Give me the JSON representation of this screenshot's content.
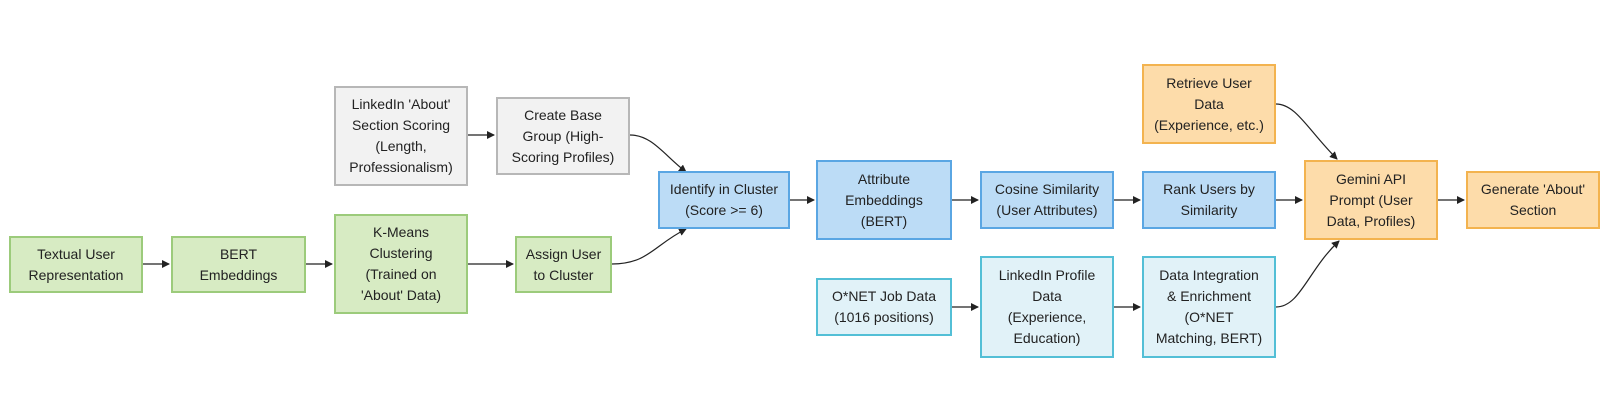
{
  "nodes": {
    "about_scoring": [
      "LinkedIn 'About'",
      "Section Scoring",
      "(Length,",
      "Professionalism)"
    ],
    "create_base_group": [
      "Create Base",
      "Group (High-",
      "Scoring Profiles)"
    ],
    "textual_user_representation": [
      "Textual User",
      "Representation"
    ],
    "bert_embeddings": [
      "BERT",
      "Embeddings"
    ],
    "kmeans_clustering": [
      "K-Means",
      "Clustering",
      "(Trained on",
      "'About' Data)"
    ],
    "assign_user_cluster": [
      "Assign User",
      "to Cluster"
    ],
    "identify_in_cluster": [
      "Identify in Cluster",
      "(Score >= 6)"
    ],
    "attribute_embeddings": [
      "Attribute",
      "Embeddings",
      "(BERT)"
    ],
    "cosine_similarity": [
      "Cosine Similarity",
      "(User Attributes)"
    ],
    "rank_users": [
      "Rank Users by",
      "Similarity"
    ],
    "retrieve_user_data": [
      "Retrieve User",
      "Data",
      "(Experience, etc.)"
    ],
    "gemini_prompt": [
      "Gemini API",
      "Prompt (User",
      "Data, Profiles)"
    ],
    "generate_about": [
      "Generate 'About'",
      "Section"
    ],
    "onet_job_data": [
      "O*NET Job Data",
      "(1016 positions)"
    ],
    "linkedin_profile_data": [
      "LinkedIn Profile",
      "Data",
      "(Experience,",
      "Education)"
    ],
    "data_integration": [
      "Data Integration",
      "& Enrichment",
      "(O*NET",
      "Matching, BERT)"
    ]
  },
  "edges": [
    {
      "from": "about_scoring",
      "to": "create_base_group"
    },
    {
      "from": "create_base_group",
      "to": "identify_in_cluster"
    },
    {
      "from": "textual_user_representation",
      "to": "bert_embeddings"
    },
    {
      "from": "bert_embeddings",
      "to": "kmeans_clustering"
    },
    {
      "from": "kmeans_clustering",
      "to": "assign_user_cluster"
    },
    {
      "from": "assign_user_cluster",
      "to": "identify_in_cluster"
    },
    {
      "from": "identify_in_cluster",
      "to": "attribute_embeddings"
    },
    {
      "from": "attribute_embeddings",
      "to": "cosine_similarity"
    },
    {
      "from": "cosine_similarity",
      "to": "rank_users"
    },
    {
      "from": "rank_users",
      "to": "gemini_prompt"
    },
    {
      "from": "retrieve_user_data",
      "to": "gemini_prompt"
    },
    {
      "from": "gemini_prompt",
      "to": "generate_about"
    },
    {
      "from": "onet_job_data",
      "to": "linkedin_profile_data"
    },
    {
      "from": "linkedin_profile_data",
      "to": "data_integration"
    },
    {
      "from": "data_integration",
      "to": "gemini_prompt"
    }
  ],
  "colors": {
    "gray_fill": "#f2f2f2",
    "gray_border": "#b7b7b7",
    "green_fill": "#d7ebc3",
    "green_border": "#9ccb7b",
    "blue_fill": "#bcdcf6",
    "blue_border": "#5aa6e3",
    "cyan_fill": "#e1f2f8",
    "cyan_border": "#53bfd6",
    "orange_fill": "#fddcaa",
    "orange_border": "#f3b34f",
    "edge": "#222222"
  }
}
